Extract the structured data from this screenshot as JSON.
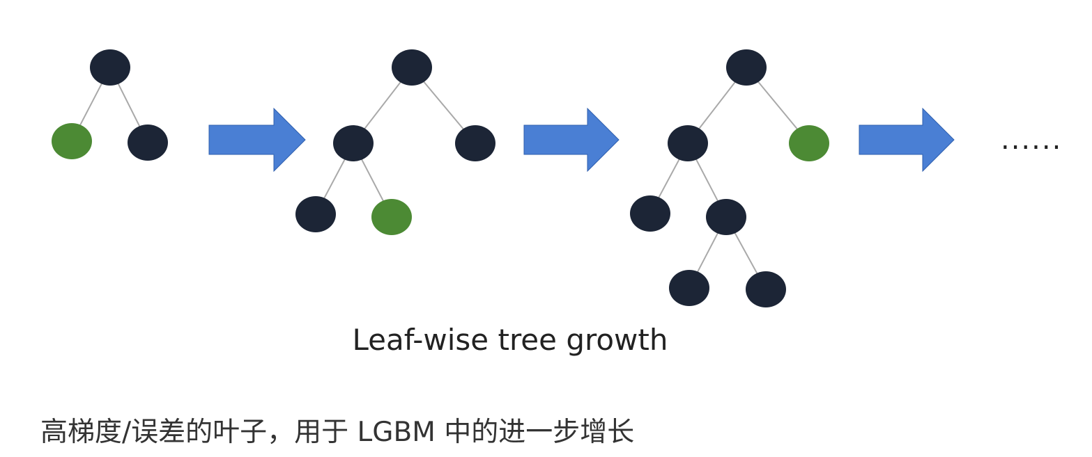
{
  "diagram": {
    "title": "Leaf-wise tree growth",
    "continuation": "......",
    "colors": {
      "node": "#1c2536",
      "highlighted_leaf": "#4c8a34",
      "edge": "#a9a9a9",
      "arrow": "#4a7fd4"
    },
    "steps": [
      {
        "nodes": [
          {
            "id": "a",
            "color": "dark"
          },
          {
            "id": "b",
            "color": "green"
          },
          {
            "id": "c",
            "color": "dark"
          }
        ],
        "edges": [
          [
            "a",
            "b"
          ],
          [
            "a",
            "c"
          ]
        ]
      },
      {
        "nodes": [
          {
            "id": "a",
            "color": "dark"
          },
          {
            "id": "b",
            "color": "dark"
          },
          {
            "id": "c",
            "color": "dark"
          },
          {
            "id": "d",
            "color": "dark"
          },
          {
            "id": "e",
            "color": "green"
          }
        ],
        "edges": [
          [
            "a",
            "b"
          ],
          [
            "a",
            "c"
          ],
          [
            "b",
            "d"
          ],
          [
            "b",
            "e"
          ]
        ]
      },
      {
        "nodes": [
          {
            "id": "a",
            "color": "dark"
          },
          {
            "id": "b",
            "color": "dark"
          },
          {
            "id": "c",
            "color": "green"
          },
          {
            "id": "d",
            "color": "dark"
          },
          {
            "id": "e",
            "color": "dark"
          },
          {
            "id": "f",
            "color": "dark"
          },
          {
            "id": "g",
            "color": "dark"
          }
        ],
        "edges": [
          [
            "a",
            "b"
          ],
          [
            "a",
            "c"
          ],
          [
            "b",
            "d"
          ],
          [
            "b",
            "e"
          ],
          [
            "e",
            "f"
          ],
          [
            "e",
            "g"
          ]
        ]
      }
    ]
  },
  "caption": "高梯度/误差的叶子，用于 LGBM 中的进一步增长"
}
